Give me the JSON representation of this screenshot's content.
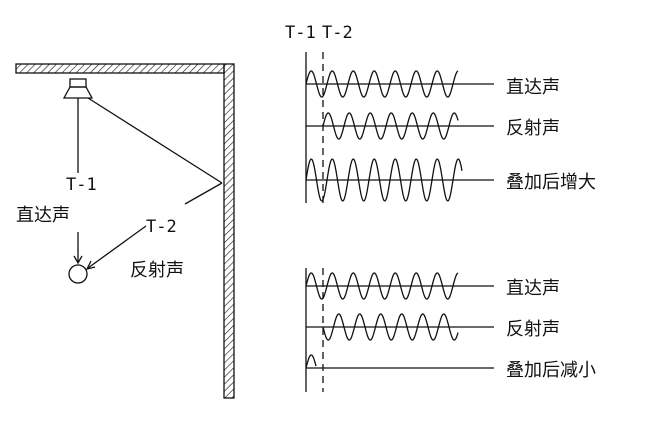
{
  "left_panel": {
    "direct_label": "直达声",
    "reflected_label": "反射声",
    "t1_label": "T-1",
    "t2_label": "T-2"
  },
  "right_panel": {
    "t1_label": "T-1",
    "t2_label": "T-2",
    "group_top": {
      "direct_label": "直达声",
      "reflected_label": "反射声",
      "sum_label": "叠加后增大"
    },
    "group_bottom": {
      "direct_label": "直达声",
      "reflected_label": "反射声",
      "sum_label": "叠加后减小"
    }
  },
  "colors": {
    "ink": "#111111",
    "background": "#ffffff"
  }
}
